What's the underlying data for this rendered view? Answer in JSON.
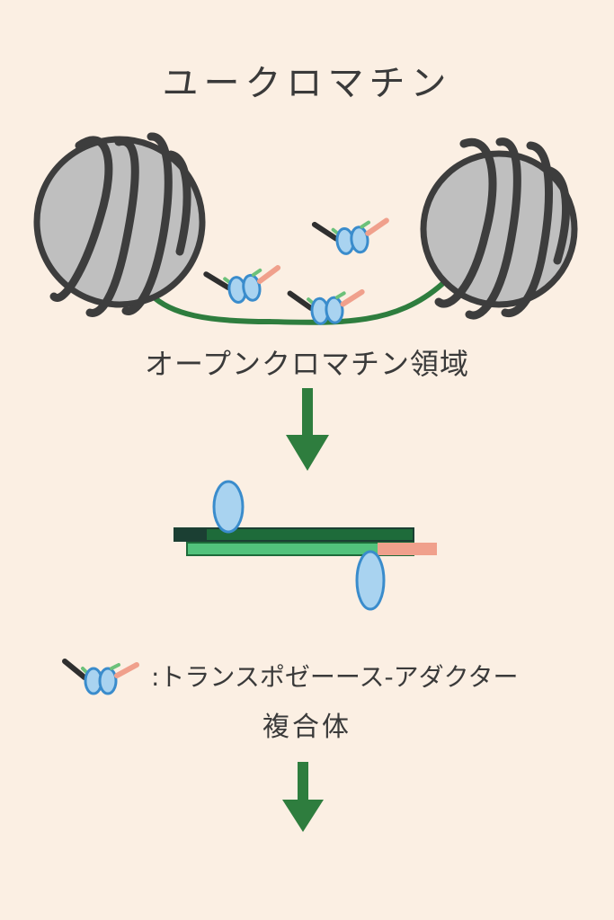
{
  "title": "ユークロマチン",
  "region_label": "オープンクロマチン領域",
  "legend": {
    "line1": ":トランスポゼーース-アダクター",
    "line2": "複合体"
  },
  "colors": {
    "background": "#fbefe3",
    "nucleosome": "#bfbfbf",
    "dna_coil": "#3d3d3d",
    "linker_dna": "#2e7d3e",
    "arrow": "#2e7d3e",
    "transposase": "#a9d3f0",
    "adapter_dark": "#2f2f2f",
    "adapter_green": "#6cc17a",
    "adapter_pink": "#f0a08c",
    "fragment_dark": "#1b3f33",
    "fragment_green": "#52c27c"
  },
  "icons": [
    "nucleosome-icon",
    "transposase-complex-icon",
    "down-arrow-icon"
  ]
}
